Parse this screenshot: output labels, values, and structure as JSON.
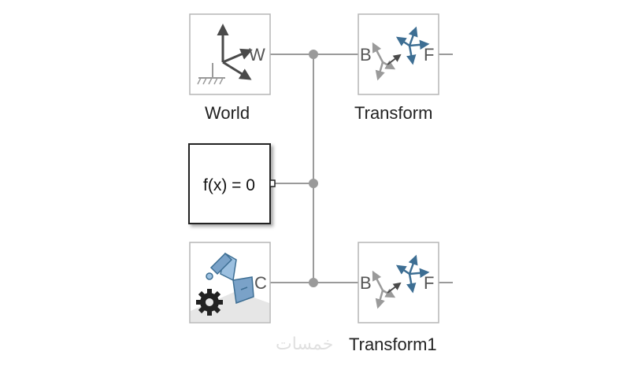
{
  "blocks": {
    "world": {
      "label": "World",
      "port": "W"
    },
    "transform": {
      "label": "Transform",
      "port_in": "B",
      "port_out": "F"
    },
    "constraint": {
      "expression": "f(x) = 0"
    },
    "mechanism_config": {
      "port": "C"
    },
    "transform1": {
      "label": "Transform1",
      "port_in": "B",
      "port_out": "F"
    }
  },
  "watermark": "خمسات",
  "colors": {
    "line": "#9a9a9a",
    "block_border": "#b5b5b5",
    "axis_dark": "#4a4a4a",
    "axis_blue": "#3d6e93",
    "robot_blue": "#7aa2c8"
  }
}
